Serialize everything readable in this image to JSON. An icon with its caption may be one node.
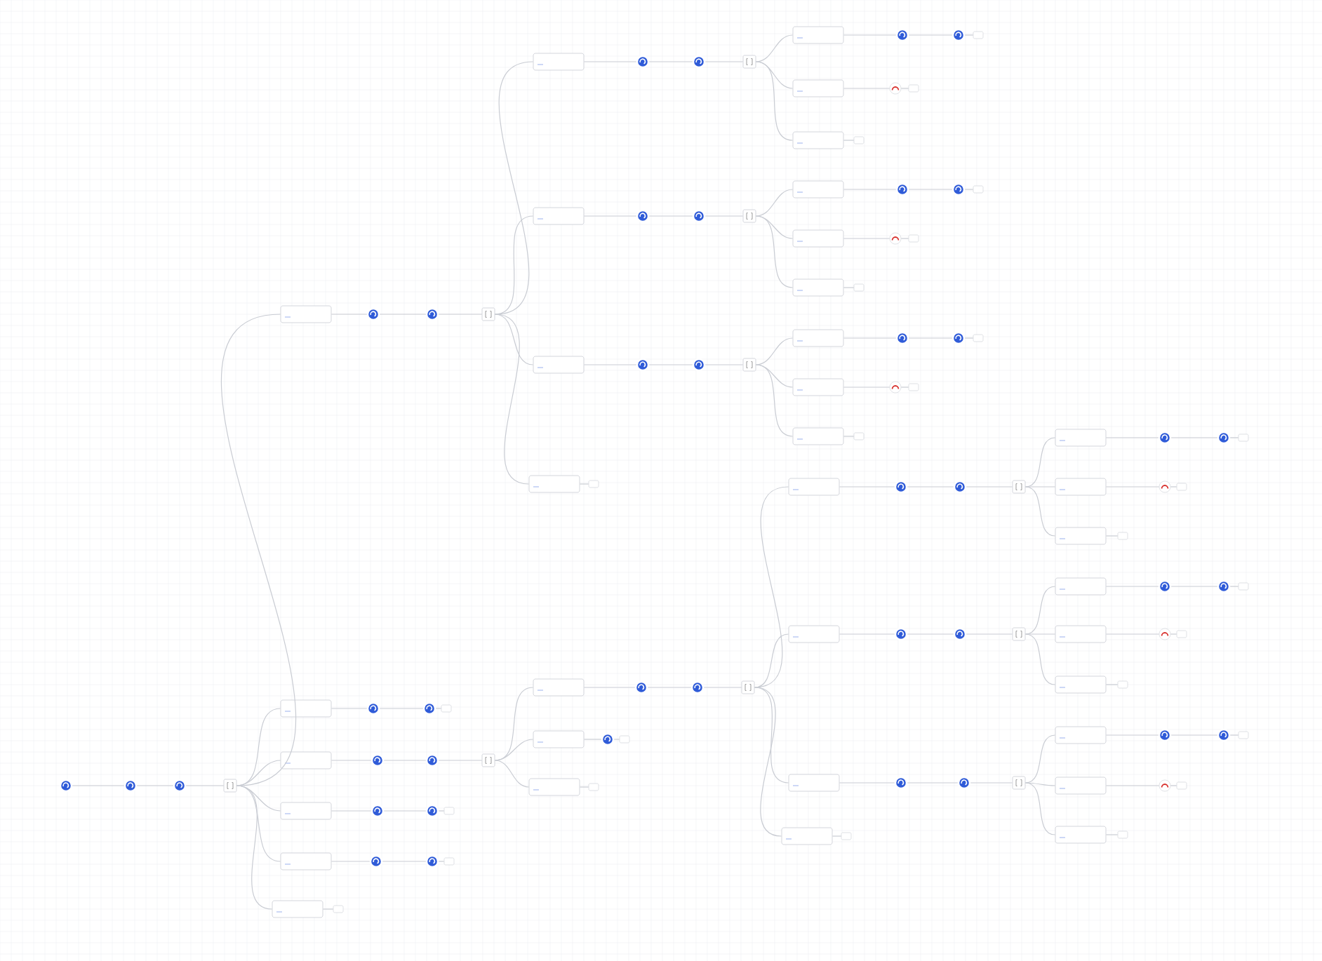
{
  "diagram": {
    "nodes": [
      {
        "text": [],
        "shape": "circle"
      },
      {
        "text": [],
        "shape": "circle"
      },
      {
        "text": [],
        "shape": "circle"
      },
      {
        "text": [],
        "shape": "square"
      },
      {
        "text": [],
        "shape": "box"
      },
      {
        "text": [],
        "shape": "circle"
      },
      {
        "text": [],
        "shape": "circle"
      },
      {
        "text": [],
        "shape": "square"
      },
      {
        "text": [],
        "shape": "box"
      },
      {
        "text": [],
        "shape": "circle"
      },
      {
        "text": [],
        "shape": "circle"
      },
      {
        "text": [],
        "shape": "square"
      },
      {
        "text": [],
        "shape": "box"
      },
      {
        "text": [],
        "shape": "circle"
      },
      {
        "text": [],
        "shape": "circle"
      },
      {
        "text": [],
        "shape": "bar"
      },
      {
        "text": [],
        "shape": "box"
      },
      {
        "text": [],
        "shape": "arc"
      },
      {
        "text": [],
        "shape": "bar"
      },
      {
        "text": [],
        "shape": "box"
      },
      {
        "text": [],
        "shape": "bar"
      },
      {
        "text": [],
        "shape": "box"
      },
      {
        "text": [],
        "shape": "circle"
      },
      {
        "text": [],
        "shape": "circle"
      },
      {
        "text": [],
        "shape": "square"
      },
      {
        "text": [],
        "shape": "box"
      },
      {
        "text": [],
        "shape": "circle"
      },
      {
        "text": [],
        "shape": "circle"
      },
      {
        "text": [],
        "shape": "bar"
      },
      {
        "text": [],
        "shape": "box"
      },
      {
        "text": [],
        "shape": "arc"
      },
      {
        "text": [],
        "shape": "bar"
      },
      {
        "text": [],
        "shape": "box"
      },
      {
        "text": [],
        "shape": "bar"
      },
      {
        "text": [],
        "shape": "box"
      },
      {
        "text": [],
        "shape": "circle"
      },
      {
        "text": [],
        "shape": "circle"
      },
      {
        "text": [],
        "shape": "square"
      },
      {
        "text": [],
        "shape": "box"
      },
      {
        "text": [],
        "shape": "circle"
      },
      {
        "text": [],
        "shape": "circle"
      },
      {
        "text": [],
        "shape": "bar"
      },
      {
        "text": [],
        "shape": "box"
      },
      {
        "text": [],
        "shape": "arc"
      },
      {
        "text": [],
        "shape": "bar"
      },
      {
        "text": [],
        "shape": "box"
      },
      {
        "text": [],
        "shape": "bar"
      },
      {
        "text": [],
        "shape": "box"
      },
      {
        "text": [],
        "shape": "bar"
      },
      {
        "text": [],
        "shape": "box"
      },
      {
        "text": [],
        "shape": "circle"
      },
      {
        "text": [],
        "shape": "circle"
      },
      {
        "text": [],
        "shape": "bar"
      },
      {
        "text": [],
        "shape": "box"
      },
      {
        "text": [],
        "shape": "circle"
      },
      {
        "text": [],
        "shape": "circle"
      },
      {
        "text": [],
        "shape": "square"
      },
      {
        "text": [],
        "shape": "box"
      },
      {
        "text": [],
        "shape": "circle"
      },
      {
        "text": [],
        "shape": "circle"
      },
      {
        "text": [],
        "shape": "square"
      },
      {
        "text": [],
        "shape": "box"
      },
      {
        "text": [],
        "shape": "circle"
      },
      {
        "text": [],
        "shape": "circle"
      },
      {
        "text": [],
        "shape": "square"
      },
      {
        "text": [],
        "shape": "box"
      },
      {
        "text": [],
        "shape": "circle"
      },
      {
        "text": [],
        "shape": "circle"
      },
      {
        "text": [],
        "shape": "bar"
      },
      {
        "text": [],
        "shape": "box"
      },
      {
        "text": [],
        "shape": "arc"
      },
      {
        "text": [],
        "shape": "bar"
      },
      {
        "text": [],
        "shape": "box"
      },
      {
        "text": [],
        "shape": "bar"
      },
      {
        "text": [],
        "shape": "box"
      },
      {
        "text": [],
        "shape": "circle"
      },
      {
        "text": [],
        "shape": "circle"
      },
      {
        "text": [],
        "shape": "square"
      },
      {
        "text": [],
        "shape": "box"
      },
      {
        "text": [],
        "shape": "circle"
      },
      {
        "text": [],
        "shape": "circle"
      },
      {
        "text": [],
        "shape": "bar"
      },
      {
        "text": [],
        "shape": "box"
      },
      {
        "text": [],
        "shape": "arc"
      },
      {
        "text": [],
        "shape": "bar"
      },
      {
        "text": [],
        "shape": "box"
      },
      {
        "text": [],
        "shape": "bar"
      },
      {
        "text": [],
        "shape": "box"
      },
      {
        "text": [],
        "shape": "circle"
      },
      {
        "text": [],
        "shape": "circle"
      },
      {
        "text": [],
        "shape": "square"
      },
      {
        "text": [],
        "shape": "box"
      },
      {
        "text": [],
        "shape": "circle"
      },
      {
        "text": [],
        "shape": "circle"
      },
      {
        "text": [],
        "shape": "bar"
      },
      {
        "text": [],
        "shape": "box"
      },
      {
        "text": [],
        "shape": "arc"
      },
      {
        "text": [],
        "shape": "bar"
      },
      {
        "text": [],
        "shape": "box"
      },
      {
        "text": [],
        "shape": "bar"
      },
      {
        "text": [],
        "shape": "box"
      },
      {
        "text": [],
        "shape": "bar"
      },
      {
        "text": [],
        "shape": "box"
      },
      {
        "text": [],
        "shape": "circle"
      },
      {
        "text": [],
        "shape": "bar"
      },
      {
        "text": [],
        "shape": "box"
      },
      {
        "text": [],
        "shape": "bar"
      },
      {
        "text": [],
        "shape": "box"
      },
      {
        "text": [],
        "shape": "circle"
      },
      {
        "text": [],
        "shape": "circle"
      },
      {
        "text": [],
        "shape": "bar"
      },
      {
        "text": [],
        "shape": "box"
      },
      {
        "text": [],
        "shape": "circle"
      },
      {
        "text": [],
        "shape": "circle"
      },
      {
        "text": [],
        "shape": "bar"
      },
      {
        "text": [],
        "shape": "box"
      },
      {
        "text": [],
        "shape": "bar"
      }
    ],
    "edges": [
      {
        "from": 0,
        "to": 1,
        "arrow": "none"
      },
      {
        "from": 1,
        "to": 2,
        "arrow": "none"
      },
      {
        "from": 2,
        "to": 3,
        "arrow": "none"
      },
      {
        "from": 3,
        "to": 4,
        "arrow": "none"
      },
      {
        "from": 3,
        "to": 49,
        "arrow": "none"
      },
      {
        "from": 3,
        "to": 53,
        "arrow": "none"
      },
      {
        "from": 3,
        "to": 107,
        "arrow": "none"
      },
      {
        "from": 3,
        "to": 111,
        "arrow": "none"
      },
      {
        "from": 3,
        "to": 115,
        "arrow": "none"
      },
      {
        "from": 4,
        "to": 5,
        "arrow": "none"
      },
      {
        "from": 5,
        "to": 6,
        "arrow": "none"
      },
      {
        "from": 6,
        "to": 7,
        "arrow": "none"
      },
      {
        "from": 7,
        "to": 8,
        "arrow": "none"
      },
      {
        "from": 7,
        "to": 21,
        "arrow": "none"
      },
      {
        "from": 7,
        "to": 34,
        "arrow": "none"
      },
      {
        "from": 7,
        "to": 47,
        "arrow": "none"
      },
      {
        "from": 8,
        "to": 9,
        "arrow": "none"
      },
      {
        "from": 9,
        "to": 10,
        "arrow": "none"
      },
      {
        "from": 10,
        "to": 11,
        "arrow": "none"
      },
      {
        "from": 11,
        "to": 12,
        "arrow": "none"
      },
      {
        "from": 11,
        "to": 16,
        "arrow": "none"
      },
      {
        "from": 11,
        "to": 19,
        "arrow": "none"
      },
      {
        "from": 12,
        "to": 13,
        "arrow": "none"
      },
      {
        "from": 13,
        "to": 14,
        "arrow": "none"
      },
      {
        "from": 14,
        "to": 15,
        "arrow": "none"
      },
      {
        "from": 16,
        "to": 17,
        "arrow": "none"
      },
      {
        "from": 17,
        "to": 18,
        "arrow": "none"
      },
      {
        "from": 19,
        "to": 20,
        "arrow": "none"
      },
      {
        "from": 21,
        "to": 22,
        "arrow": "none"
      },
      {
        "from": 22,
        "to": 23,
        "arrow": "none"
      },
      {
        "from": 23,
        "to": 24,
        "arrow": "none"
      },
      {
        "from": 24,
        "to": 25,
        "arrow": "none"
      },
      {
        "from": 24,
        "to": 29,
        "arrow": "none"
      },
      {
        "from": 24,
        "to": 32,
        "arrow": "none"
      },
      {
        "from": 25,
        "to": 26,
        "arrow": "none"
      },
      {
        "from": 26,
        "to": 27,
        "arrow": "none"
      },
      {
        "from": 27,
        "to": 28,
        "arrow": "none"
      },
      {
        "from": 29,
        "to": 30,
        "arrow": "none"
      },
      {
        "from": 30,
        "to": 31,
        "arrow": "none"
      },
      {
        "from": 32,
        "to": 33,
        "arrow": "none"
      },
      {
        "from": 34,
        "to": 35,
        "arrow": "none"
      },
      {
        "from": 35,
        "to": 36,
        "arrow": "none"
      },
      {
        "from": 36,
        "to": 37,
        "arrow": "none"
      },
      {
        "from": 37,
        "to": 38,
        "arrow": "none"
      },
      {
        "from": 37,
        "to": 42,
        "arrow": "none"
      },
      {
        "from": 37,
        "to": 45,
        "arrow": "none"
      },
      {
        "from": 38,
        "to": 39,
        "arrow": "none"
      },
      {
        "from": 39,
        "to": 40,
        "arrow": "none"
      },
      {
        "from": 40,
        "to": 41,
        "arrow": "none"
      },
      {
        "from": 42,
        "to": 43,
        "arrow": "none"
      },
      {
        "from": 43,
        "to": 44,
        "arrow": "none"
      },
      {
        "from": 45,
        "to": 46,
        "arrow": "none"
      },
      {
        "from": 47,
        "to": 48,
        "arrow": "none"
      },
      {
        "from": 49,
        "to": 50,
        "arrow": "none"
      },
      {
        "from": 50,
        "to": 51,
        "arrow": "none"
      },
      {
        "from": 51,
        "to": 52,
        "arrow": "none"
      },
      {
        "from": 53,
        "to": 54,
        "arrow": "none"
      },
      {
        "from": 54,
        "to": 55,
        "arrow": "none"
      },
      {
        "from": 55,
        "to": 56,
        "arrow": "none"
      },
      {
        "from": 56,
        "to": 57,
        "arrow": "none"
      },
      {
        "from": 56,
        "to": 102,
        "arrow": "none"
      },
      {
        "from": 56,
        "to": 105,
        "arrow": "none"
      },
      {
        "from": 57,
        "to": 58,
        "arrow": "none"
      },
      {
        "from": 58,
        "to": 59,
        "arrow": "none"
      },
      {
        "from": 59,
        "to": 60,
        "arrow": "none"
      },
      {
        "from": 60,
        "to": 61,
        "arrow": "none"
      },
      {
        "from": 60,
        "to": 74,
        "arrow": "none"
      },
      {
        "from": 60,
        "to": 87,
        "arrow": "none"
      },
      {
        "from": 60,
        "to": 100,
        "arrow": "none"
      },
      {
        "from": 61,
        "to": 62,
        "arrow": "none"
      },
      {
        "from": 62,
        "to": 63,
        "arrow": "none"
      },
      {
        "from": 63,
        "to": 64,
        "arrow": "none"
      },
      {
        "from": 64,
        "to": 65,
        "arrow": "none"
      },
      {
        "from": 64,
        "to": 69,
        "arrow": "none"
      },
      {
        "from": 64,
        "to": 72,
        "arrow": "none"
      },
      {
        "from": 65,
        "to": 66,
        "arrow": "none"
      },
      {
        "from": 66,
        "to": 67,
        "arrow": "none"
      },
      {
        "from": 67,
        "to": 68,
        "arrow": "none"
      },
      {
        "from": 69,
        "to": 70,
        "arrow": "none"
      },
      {
        "from": 70,
        "to": 71,
        "arrow": "none"
      },
      {
        "from": 72,
        "to": 73,
        "arrow": "none"
      },
      {
        "from": 74,
        "to": 75,
        "arrow": "none"
      },
      {
        "from": 75,
        "to": 76,
        "arrow": "none"
      },
      {
        "from": 76,
        "to": 77,
        "arrow": "none"
      },
      {
        "from": 77,
        "to": 78,
        "arrow": "none"
      },
      {
        "from": 77,
        "to": 82,
        "arrow": "none"
      },
      {
        "from": 77,
        "to": 85,
        "arrow": "none"
      },
      {
        "from": 78,
        "to": 79,
        "arrow": "none"
      },
      {
        "from": 79,
        "to": 80,
        "arrow": "none"
      },
      {
        "from": 80,
        "to": 81,
        "arrow": "none"
      },
      {
        "from": 82,
        "to": 83,
        "arrow": "none"
      },
      {
        "from": 83,
        "to": 84,
        "arrow": "none"
      },
      {
        "from": 85,
        "to": 86,
        "arrow": "none"
      },
      {
        "from": 87,
        "to": 88,
        "arrow": "none"
      },
      {
        "from": 88,
        "to": 89,
        "arrow": "none"
      },
      {
        "from": 89,
        "to": 90,
        "arrow": "none"
      },
      {
        "from": 90,
        "to": 91,
        "arrow": "none"
      },
      {
        "from": 90,
        "to": 95,
        "arrow": "none"
      },
      {
        "from": 90,
        "to": 98,
        "arrow": "none"
      },
      {
        "from": 91,
        "to": 92,
        "arrow": "none"
      },
      {
        "from": 92,
        "to": 93,
        "arrow": "none"
      },
      {
        "from": 93,
        "to": 94,
        "arrow": "none"
      },
      {
        "from": 95,
        "to": 96,
        "arrow": "none"
      },
      {
        "from": 96,
        "to": 97,
        "arrow": "none"
      },
      {
        "from": 98,
        "to": 99,
        "arrow": "none"
      },
      {
        "from": 100,
        "to": 101,
        "arrow": "none"
      },
      {
        "from": 102,
        "to": 103,
        "arrow": "none"
      },
      {
        "from": 103,
        "to": 104,
        "arrow": "none"
      },
      {
        "from": 105,
        "to": 106,
        "arrow": "none"
      },
      {
        "from": 107,
        "to": 108,
        "arrow": "none"
      },
      {
        "from": 108,
        "to": 109,
        "arrow": "none"
      },
      {
        "from": 109,
        "to": 110,
        "arrow": "none"
      },
      {
        "from": 111,
        "to": 112,
        "arrow": "none"
      },
      {
        "from": 112,
        "to": 113,
        "arrow": "none"
      },
      {
        "from": 113,
        "to": 114,
        "arrow": "none"
      },
      {
        "from": 115,
        "to": 116,
        "arrow": "none"
      }
    ]
  }
}
